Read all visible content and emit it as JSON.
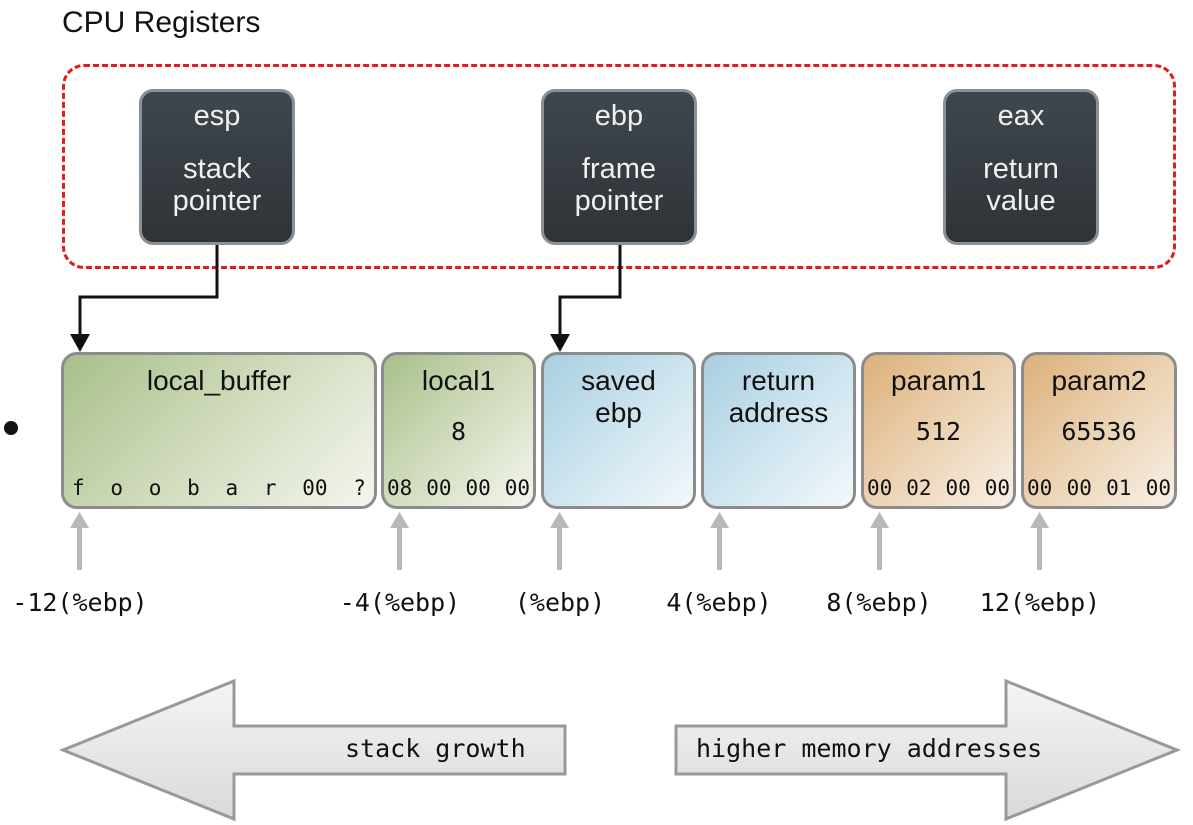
{
  "title": "CPU Registers",
  "registers": [
    {
      "name": "esp",
      "desc": "stack\npointer"
    },
    {
      "name": "ebp",
      "desc": "frame\npointer"
    },
    {
      "name": "eax",
      "desc": "return\nvalue"
    }
  ],
  "stack": [
    {
      "label": "local_buffer",
      "value": "",
      "bytes": [
        "f",
        "o",
        "o",
        "b",
        "a",
        "r",
        "00",
        "?"
      ],
      "color": "green"
    },
    {
      "label": "local1",
      "value": "8",
      "bytes": [
        "08",
        "00",
        "00",
        "00"
      ],
      "color": "green"
    },
    {
      "label": "saved\nebp",
      "value": "",
      "bytes": [],
      "color": "blue"
    },
    {
      "label": "return\naddress",
      "value": "",
      "bytes": [],
      "color": "blue"
    },
    {
      "label": "param1",
      "value": "512",
      "bytes": [
        "00",
        "02",
        "00",
        "00"
      ],
      "color": "orange"
    },
    {
      "label": "param2",
      "value": "65536",
      "bytes": [
        "00",
        "00",
        "01",
        "00"
      ],
      "color": "orange"
    }
  ],
  "offsets": [
    "-12(%ebp)",
    "-4(%ebp)",
    "(%ebp)",
    "4(%ebp)",
    "8(%ebp)",
    "12(%ebp)"
  ],
  "arrows": {
    "left": "stack growth",
    "right": "higher memory addresses"
  },
  "colors": {
    "register_border": "#e11d1d",
    "register_fill": "#2e3337",
    "local_fill": "#a8bf8a",
    "control_fill": "#a9cfe0",
    "param_fill": "#dcb07a"
  }
}
